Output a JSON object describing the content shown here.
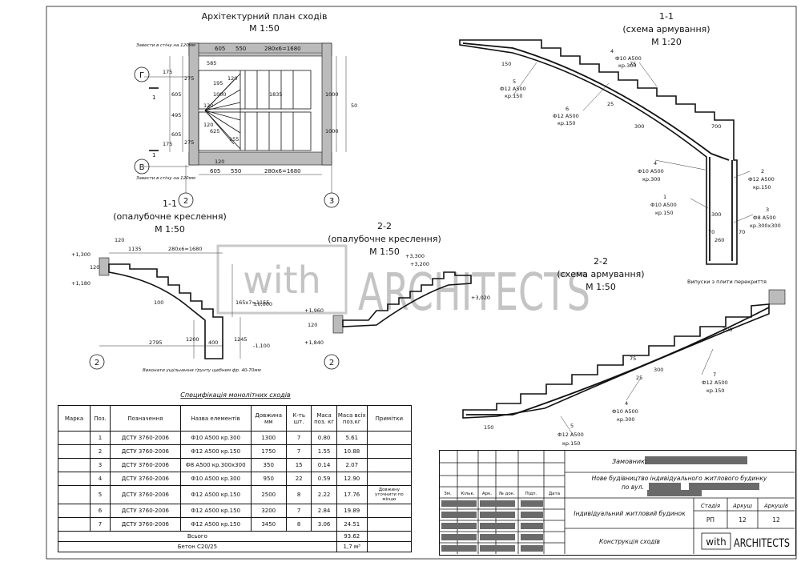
{
  "watermark": {
    "left": "with",
    "right": "ARCHITECTS"
  },
  "plan": {
    "title": "Архітектурний план сходів",
    "scale": "М 1:50",
    "top_dims": [
      "605",
      "550",
      "280x6=1680"
    ],
    "bottom_dims": [
      "605",
      "550",
      "280x6=1680"
    ],
    "dims": [
      "585",
      "195",
      "120",
      "1000",
      "1835",
      "120",
      "120",
      "625",
      "155",
      "120",
      "1000",
      "1000",
      "50",
      "175",
      "605",
      "495",
      "605",
      "175",
      "275",
      "275"
    ],
    "note_top": "Завести в стіну на 120мм",
    "note_bottom": "Завести в стіну на 120мм",
    "axes": [
      "Г",
      "В",
      "2",
      "3",
      "1",
      "1"
    ]
  },
  "sec11_form": {
    "title": "1-1",
    "subtitle": "(опалубочне креслення)",
    "scale": "М 1:50",
    "dims": [
      "120",
      "1135",
      "280x6=1680",
      "120",
      "100",
      "165x7=1155",
      "1200",
      "1245",
      "2795",
      "400"
    ],
    "levels": [
      "+1,300",
      "+1,180",
      "±0,000",
      "-1,100"
    ],
    "axis": "2",
    "note": "Виконати ущільнення ґрунту щебнем фр. 40-70мм"
  },
  "sec22_form": {
    "title": "2-2",
    "subtitle": "(опалубочне креслення)",
    "scale": "М 1:50",
    "levels": [
      "+3,300",
      "+3,200",
      "+3,020",
      "+1,960",
      "+1,840"
    ],
    "dims": [
      "120"
    ],
    "axis": "2"
  },
  "sec11_rein": {
    "title": "1-1",
    "subtitle": "(схема армування)",
    "scale": "М 1:20",
    "callouts": [
      {
        "pos": "4",
        "spec": "Ф10 А500",
        "step": "кр.300"
      },
      {
        "pos": "5",
        "spec": "Ф12 А500",
        "step": "кр.150"
      },
      {
        "pos": "6",
        "spec": "Ф12 А500",
        "step": "кр.150"
      },
      {
        "pos": "4",
        "spec": "Ф10 А500",
        "step": "кр.300"
      },
      {
        "pos": "1",
        "spec": "Ф10 А500",
        "step": "кр.150"
      },
      {
        "pos": "2",
        "spec": "Ф12 А500",
        "step": "кр.150"
      },
      {
        "pos": "3",
        "spec": "Ф8 А500",
        "step": "кр.300х300"
      }
    ],
    "dims": [
      "150",
      "75",
      "25",
      "300",
      "700",
      "300",
      "70",
      "260",
      "70"
    ]
  },
  "sec22_rein": {
    "title": "2-2",
    "subtitle": "(схема армування)",
    "scale": "М 1:50",
    "note": "Випуски з плити перекриття",
    "callouts": [
      {
        "pos": "4",
        "spec": "Ф10 А500",
        "step": "кр.300"
      },
      {
        "pos": "7",
        "spec": "Ф12 А500",
        "step": "кр.150"
      },
      {
        "pos": "5",
        "spec": "Ф12 А500",
        "step": "кр.150"
      }
    ],
    "dims": [
      "150",
      "25",
      "300",
      "700",
      "75"
    ]
  },
  "spec": {
    "title": "Специфікація монолітних сходів",
    "headers": [
      "Марка",
      "Поз.",
      "Позначення",
      "Назва елементів",
      "Довжина мм",
      "К-ть шт.",
      "Маса поз. кг",
      "Маса всіх поз.кг",
      "Примітки"
    ],
    "rows": [
      [
        "",
        "1",
        "ДСТУ 3760-2006",
        "Ф10 А500 кр.300",
        "1300",
        "7",
        "0.80",
        "5.61",
        ""
      ],
      [
        "",
        "2",
        "ДСТУ 3760-2006",
        "Ф12 А500 кр.150",
        "1750",
        "7",
        "1.55",
        "10.88",
        ""
      ],
      [
        "",
        "3",
        "ДСТУ 3760-2006",
        "Ф8 А500 кр.300х300",
        "350",
        "15",
        "0.14",
        "2.07",
        ""
      ],
      [
        "",
        "4",
        "ДСТУ 3760-2006",
        "Ф10 А500 кр.300",
        "950",
        "22",
        "0.59",
        "12.90",
        ""
      ],
      [
        "",
        "5",
        "ДСТУ 3760-2006",
        "Ф12 А500 кр.150",
        "2500",
        "8",
        "2.22",
        "17.76",
        "Довжину уточнити по місцю"
      ],
      [
        "",
        "6",
        "ДСТУ 3760-2006",
        "Ф12 А500 кр.150",
        "3200",
        "7",
        "2.84",
        "19.89",
        ""
      ],
      [
        "",
        "7",
        "ДСТУ 3760-2006",
        "Ф12 А500 кр.150",
        "3450",
        "8",
        "3.06",
        "24.51",
        ""
      ]
    ],
    "total_label": "Всього",
    "total_value": "93.62",
    "concrete_label": "Бетон С20/25",
    "concrete_value": "1,7 м³"
  },
  "stamp": {
    "customer_label": "Замовник:",
    "project": "Нове будівництво індивідуального житлового будинку",
    "address_prefix": "по вул.",
    "col_labels": [
      "Зм.",
      "Кільк.",
      "Арк.",
      "№ док.",
      "Підп.",
      "Дата"
    ],
    "building": "Індивідуальний житловий будинок",
    "stage_label": "Стадія",
    "sheet_label": "Аркуш",
    "sheets_label": "Аркушів",
    "stage": "РП",
    "sheet": "12",
    "sheets": "12",
    "drawing": "Конструкція сходів",
    "logo_left": "with",
    "logo_right": "ARCHITECTS"
  }
}
